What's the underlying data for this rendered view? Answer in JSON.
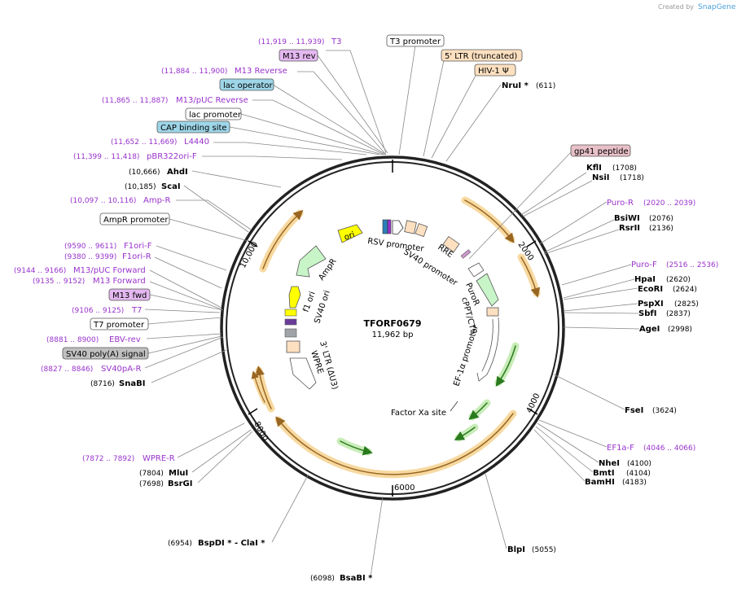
{
  "credit": {
    "created_by": "Created by",
    "brand": "SnapGene"
  },
  "plasmid": {
    "name": "TFORF0679",
    "size": "11,962 bp"
  },
  "ticks": [
    "2000",
    "4000",
    "6000",
    "8000",
    "10,000"
  ],
  "site_labels": {
    "t3": {
      "range": "(11,919 .. 11,939)",
      "name": "T3"
    },
    "m13rev_box": "M13 rev",
    "m13reverse": {
      "range": "(11,884 .. 11,900)",
      "name": "M13 Reverse"
    },
    "lacop_box": "lac operator",
    "m13puc_rev": {
      "range": "(11,865 .. 11,887)",
      "name": "M13/pUC Reverse"
    },
    "lacprom_box": "lac promoter",
    "cap_box": "CAP binding site",
    "l4440": {
      "range": "(11,652 .. 11,669)",
      "name": "L4440"
    },
    "pbr322": {
      "range": "(11,399 .. 11,418)",
      "name": "pBR322ori-F"
    },
    "ahdi": {
      "num": "(10,666)",
      "name": "AhdI"
    },
    "scai": {
      "num": "(10,185)",
      "name": "ScaI"
    },
    "ampr_primer": {
      "range": "(10,097 .. 10,116)",
      "name": "Amp-R"
    },
    "amprprom_box": "AmpR promoter",
    "f1ori_f": {
      "range": "(9590 .. 9611)",
      "name": "F1ori-F"
    },
    "f1ori_r": {
      "range": "(9380 .. 9399)",
      "name": "F1ori-R"
    },
    "m13puc_fwd": {
      "range": "(9144 .. 9166)",
      "name": "M13/pUC Forward"
    },
    "m13forward": {
      "range": "(9135 .. 9152)",
      "name": "M13 Forward"
    },
    "m13fwd_box": "M13 fwd",
    "t7": {
      "range": "(9106 .. 9125)",
      "name": "T7"
    },
    "t7prom_box": "T7 promoter",
    "ebvrev": {
      "range": "(8881 .. 8900)",
      "name": "EBV-rev"
    },
    "sv40polya_box": "SV40 poly(A) signal",
    "sv40pa_r": {
      "range": "(8827 .. 8846)",
      "name": "SV40pA-R"
    },
    "snabi": {
      "num": "(8716)",
      "name": "SnaBI"
    },
    "wpre_r": {
      "range": "(7872 .. 7892)",
      "name": "WPRE-R"
    },
    "mlui": {
      "num": "(7804)",
      "name": "MluI"
    },
    "bsrgi": {
      "num": "(7698)",
      "name": "BsrGI"
    },
    "bspdi": {
      "num": "(6954)",
      "name": "BspDI *  - ClaI *"
    },
    "bsabi": {
      "num": "(6098)",
      "name": "BsaBI *"
    },
    "t3prom_box": "T3 promoter",
    "ltr5_box": "5' LTR (truncated)",
    "hiv_box": "HIV-1 Ψ",
    "nrui": {
      "name": "NruI *",
      "num": "(611)"
    },
    "gp41_box": "gp41 peptide",
    "kfli": {
      "name": "KflI",
      "num": "(1708)"
    },
    "nsii": {
      "name": "NsiI",
      "num": "(1718)"
    },
    "puro_r": {
      "name": "Puro-R",
      "range": "(2020 .. 2039)"
    },
    "bsiwi": {
      "name": "BsiWI",
      "num": "(2076)"
    },
    "rsrii": {
      "name": "RsrII",
      "num": "(2136)"
    },
    "puro_f": {
      "name": "Puro-F",
      "range": "(2516 .. 2536)"
    },
    "hpai": {
      "name": "HpaI",
      "num": "(2620)"
    },
    "ecori": {
      "name": "EcoRI",
      "num": "(2624)"
    },
    "pspxi": {
      "name": "PspXI",
      "num": "(2825)"
    },
    "sbfi": {
      "name": "SbfI",
      "num": "(2837)"
    },
    "agei": {
      "name": "AgeI",
      "num": "(2998)"
    },
    "fsei": {
      "name": "FseI",
      "num": "(3624)"
    },
    "ef1af": {
      "name": "EF1a-F",
      "range": "(4046 .. 4066)"
    },
    "nhei": {
      "name": "NheI",
      "num": "(4100)"
    },
    "bmti": {
      "name": "BmtI",
      "num": "(4104)"
    },
    "bamhi": {
      "name": "BamHI",
      "num": "(4183)"
    },
    "blpi": {
      "name": "BlpI",
      "num": "(5055)"
    }
  },
  "features": {
    "ori": "ori",
    "ampr": "AmpR",
    "f1ori": "f1 ori",
    "sv40ori": "SV40 ori",
    "ltr3": "3' LTR (ΔU3)",
    "wpre": "WPRE",
    "rsv": "RSV promoter",
    "rre": "RRE",
    "sv40prom": "SV40 promoter",
    "puror": "PuroR",
    "cppt": "cPPT/CTS",
    "ef1a": "EF-1α promoter",
    "factorxa": "Factor Xa site"
  },
  "colors": {
    "primer": "#9933cc",
    "enzyme": "#000000",
    "orf_arrow": "#f0a030",
    "green": "#33aa33"
  }
}
